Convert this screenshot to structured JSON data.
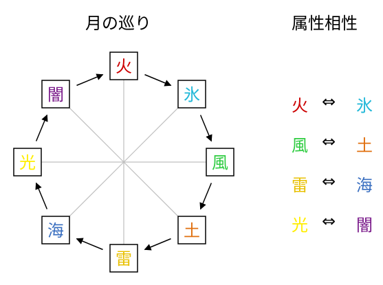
{
  "titles": {
    "cycle": "月の巡り",
    "affinity": "属性相性"
  },
  "cycle_nodes": [
    {
      "label": "火",
      "color": "#cc0000"
    },
    {
      "label": "氷",
      "color": "#22b8d8"
    },
    {
      "label": "風",
      "color": "#2ecc40"
    },
    {
      "label": "土",
      "color": "#e07010"
    },
    {
      "label": "雷",
      "color": "#e8c000"
    },
    {
      "label": "海",
      "color": "#3a6fc0"
    },
    {
      "label": "光",
      "color": "#ffee00"
    },
    {
      "label": "闇",
      "color": "#7a1a8a"
    }
  ],
  "affinity_pairs": [
    {
      "left": "火",
      "left_color": "#cc0000",
      "symbol": "⇔",
      "right": "氷",
      "right_color": "#22b8d8"
    },
    {
      "left": "風",
      "left_color": "#2ecc40",
      "symbol": "⇔",
      "right": "土",
      "right_color": "#e07010"
    },
    {
      "left": "雷",
      "left_color": "#e8c000",
      "symbol": "⇔",
      "right": "海",
      "right_color": "#3a6fc0"
    },
    {
      "left": "光",
      "left_color": "#ffee00",
      "symbol": "⇔",
      "right": "闇",
      "right_color": "#7a1a8a"
    }
  ]
}
